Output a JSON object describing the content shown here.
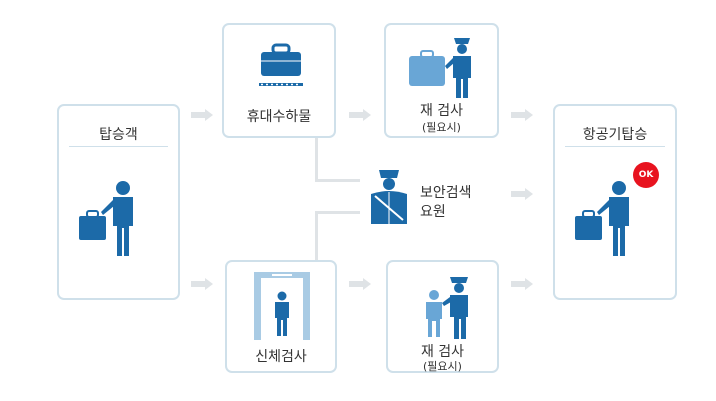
{
  "steps": {
    "passenger": {
      "label": "탑승객"
    },
    "carry_on": {
      "label": "휴대수하물"
    },
    "recheck_top": {
      "label": "재 검사",
      "note": "(필요시)"
    },
    "boarding": {
      "label": "항공기탑승",
      "badge": "OK"
    },
    "security_staff": {
      "line1": "보안검색",
      "line2": "요원"
    },
    "body_check": {
      "label": "신체검사"
    },
    "recheck_bottom": {
      "label": "재 검사",
      "note": "(필요시)"
    }
  },
  "colors": {
    "primary_blue": "#1c6aa8",
    "light_blue": "#69a6d6",
    "box_border": "#cfe0ea",
    "connector": "#dfe3e6",
    "ok_red": "#e8131f"
  },
  "icons": [
    "person-with-suitcase-icon",
    "carry-on-bag-icon",
    "guard-with-bag-icon",
    "security-guard-icon",
    "metal-detector-icon",
    "guard-with-person-icon",
    "ok-badge-icon"
  ]
}
